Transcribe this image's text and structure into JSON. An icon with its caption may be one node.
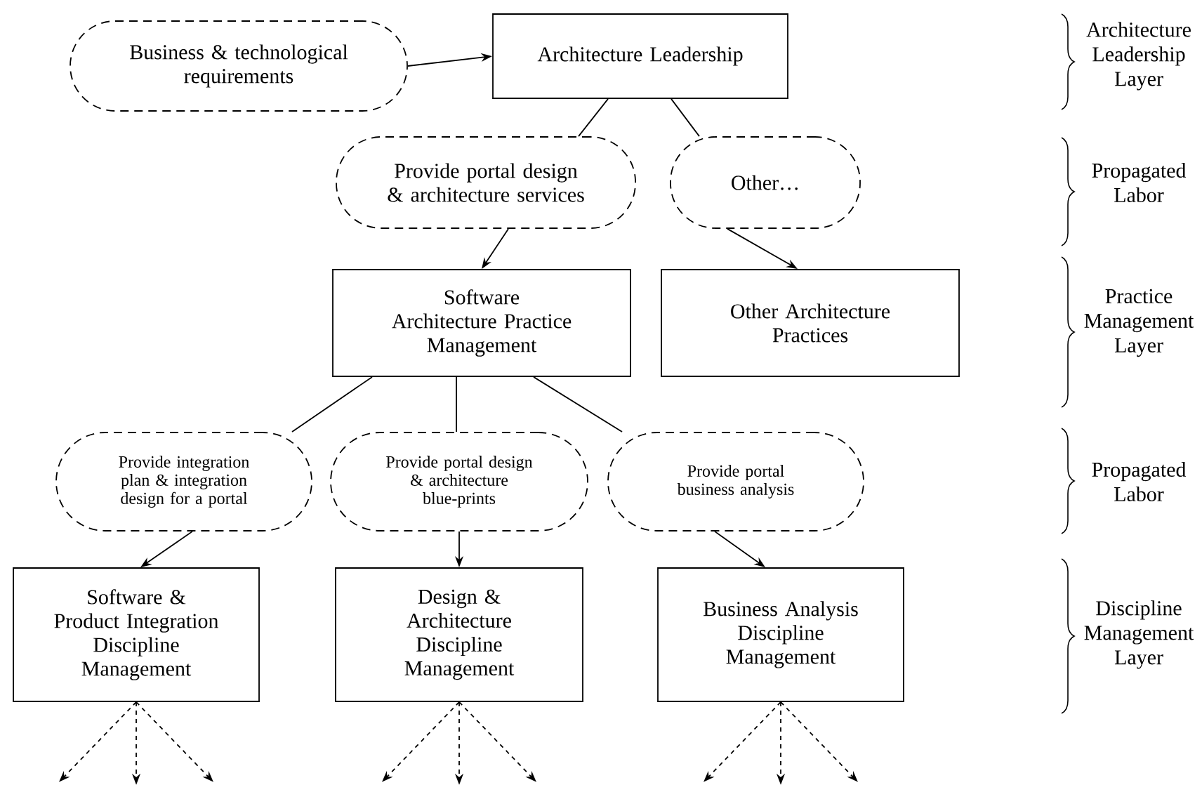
{
  "diagram": {
    "nodes": [
      {
        "text": [
          "Business & technological requirements"
        ]
      },
      {
        "text": [
          "Architecture Leadership"
        ]
      },
      {
        "text": [
          "Provide portal design & architecture services"
        ]
      },
      {
        "text": [
          "Other…"
        ]
      },
      {
        "text": [
          "Software Architecture Practice Management"
        ]
      },
      {
        "text": [
          "Other Architecture Practices"
        ]
      },
      {
        "text": [
          "Provide integration plan & integration design for a portal"
        ]
      },
      {
        "text": [
          "Provide portal design & architecture blue-prints"
        ]
      },
      {
        "text": [
          "Provide portal business analysis"
        ]
      },
      {
        "text": [
          "Software & Product Integration Discipline Management"
        ]
      },
      {
        "text": [
          "Design & Architecture Discipline Management"
        ]
      },
      {
        "text": [
          "Business Analysis Discipline Management"
        ]
      }
    ],
    "edges": [
      {
        "from": 0,
        "to": 1,
        "arrow": "to"
      },
      {
        "from": 1,
        "to": 2,
        "arrow": "none"
      },
      {
        "from": 1,
        "to": 3,
        "arrow": "none"
      },
      {
        "from": 2,
        "to": 4,
        "arrow": "to"
      },
      {
        "from": 3,
        "to": 5,
        "arrow": "to"
      },
      {
        "from": 4,
        "to": 6,
        "arrow": "none"
      },
      {
        "from": 4,
        "to": 7,
        "arrow": "none"
      },
      {
        "from": 4,
        "to": 8,
        "arrow": "none"
      },
      {
        "from": 6,
        "to": 9,
        "arrow": "to"
      },
      {
        "from": 7,
        "to": 10,
        "arrow": "to"
      },
      {
        "from": 8,
        "to": 11,
        "arrow": "to"
      },
      {
        "from": 9,
        "to": null,
        "arrow": "to",
        "style": "dashed"
      },
      {
        "from": 9,
        "to": null,
        "arrow": "to",
        "style": "dashed"
      },
      {
        "from": 9,
        "to": null,
        "arrow": "to",
        "style": "dashed"
      },
      {
        "from": 10,
        "to": null,
        "arrow": "to",
        "style": "dashed"
      },
      {
        "from": 10,
        "to": null,
        "arrow": "to",
        "style": "dashed"
      },
      {
        "from": 10,
        "to": null,
        "arrow": "to",
        "style": "dashed"
      },
      {
        "from": 11,
        "to": null,
        "arrow": "to",
        "style": "dashed"
      },
      {
        "from": 11,
        "to": null,
        "arrow": "to",
        "style": "dashed"
      },
      {
        "from": 11,
        "to": null,
        "arrow": "to",
        "style": "dashed"
      }
    ],
    "labels": [
      "Architecture Leadership Layer",
      "Propagated Labor",
      "Practice Management Layer",
      "Propagated Labor",
      "Discipline Management Layer"
    ]
  }
}
